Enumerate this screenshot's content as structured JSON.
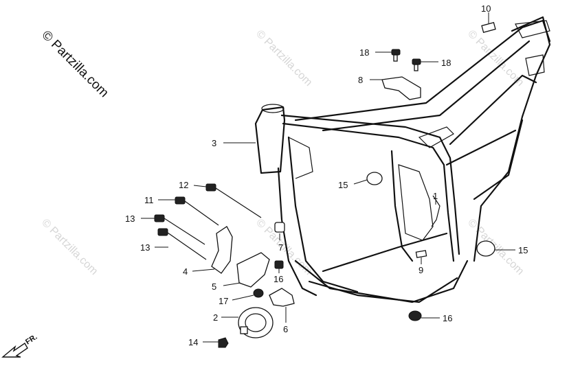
{
  "watermark": {
    "main": "© Partzilla.com",
    "faint": "© Partzilla.com"
  },
  "direction_label": "FR.",
  "callouts": [
    {
      "id": "10",
      "label": "10"
    },
    {
      "id": "18a",
      "label": "18"
    },
    {
      "id": "18b",
      "label": "18"
    },
    {
      "id": "8",
      "label": "8"
    },
    {
      "id": "3",
      "label": "3"
    },
    {
      "id": "15a",
      "label": "15"
    },
    {
      "id": "12",
      "label": "12"
    },
    {
      "id": "11",
      "label": "11"
    },
    {
      "id": "1",
      "label": "1"
    },
    {
      "id": "13a",
      "label": "13"
    },
    {
      "id": "13b",
      "label": "13"
    },
    {
      "id": "7",
      "label": "7"
    },
    {
      "id": "15b",
      "label": "15"
    },
    {
      "id": "9",
      "label": "9"
    },
    {
      "id": "4",
      "label": "4"
    },
    {
      "id": "16a",
      "label": "16"
    },
    {
      "id": "5",
      "label": "5"
    },
    {
      "id": "17",
      "label": "17"
    },
    {
      "id": "2",
      "label": "2"
    },
    {
      "id": "6",
      "label": "6"
    },
    {
      "id": "16b",
      "label": "16"
    },
    {
      "id": "14",
      "label": "14"
    }
  ]
}
